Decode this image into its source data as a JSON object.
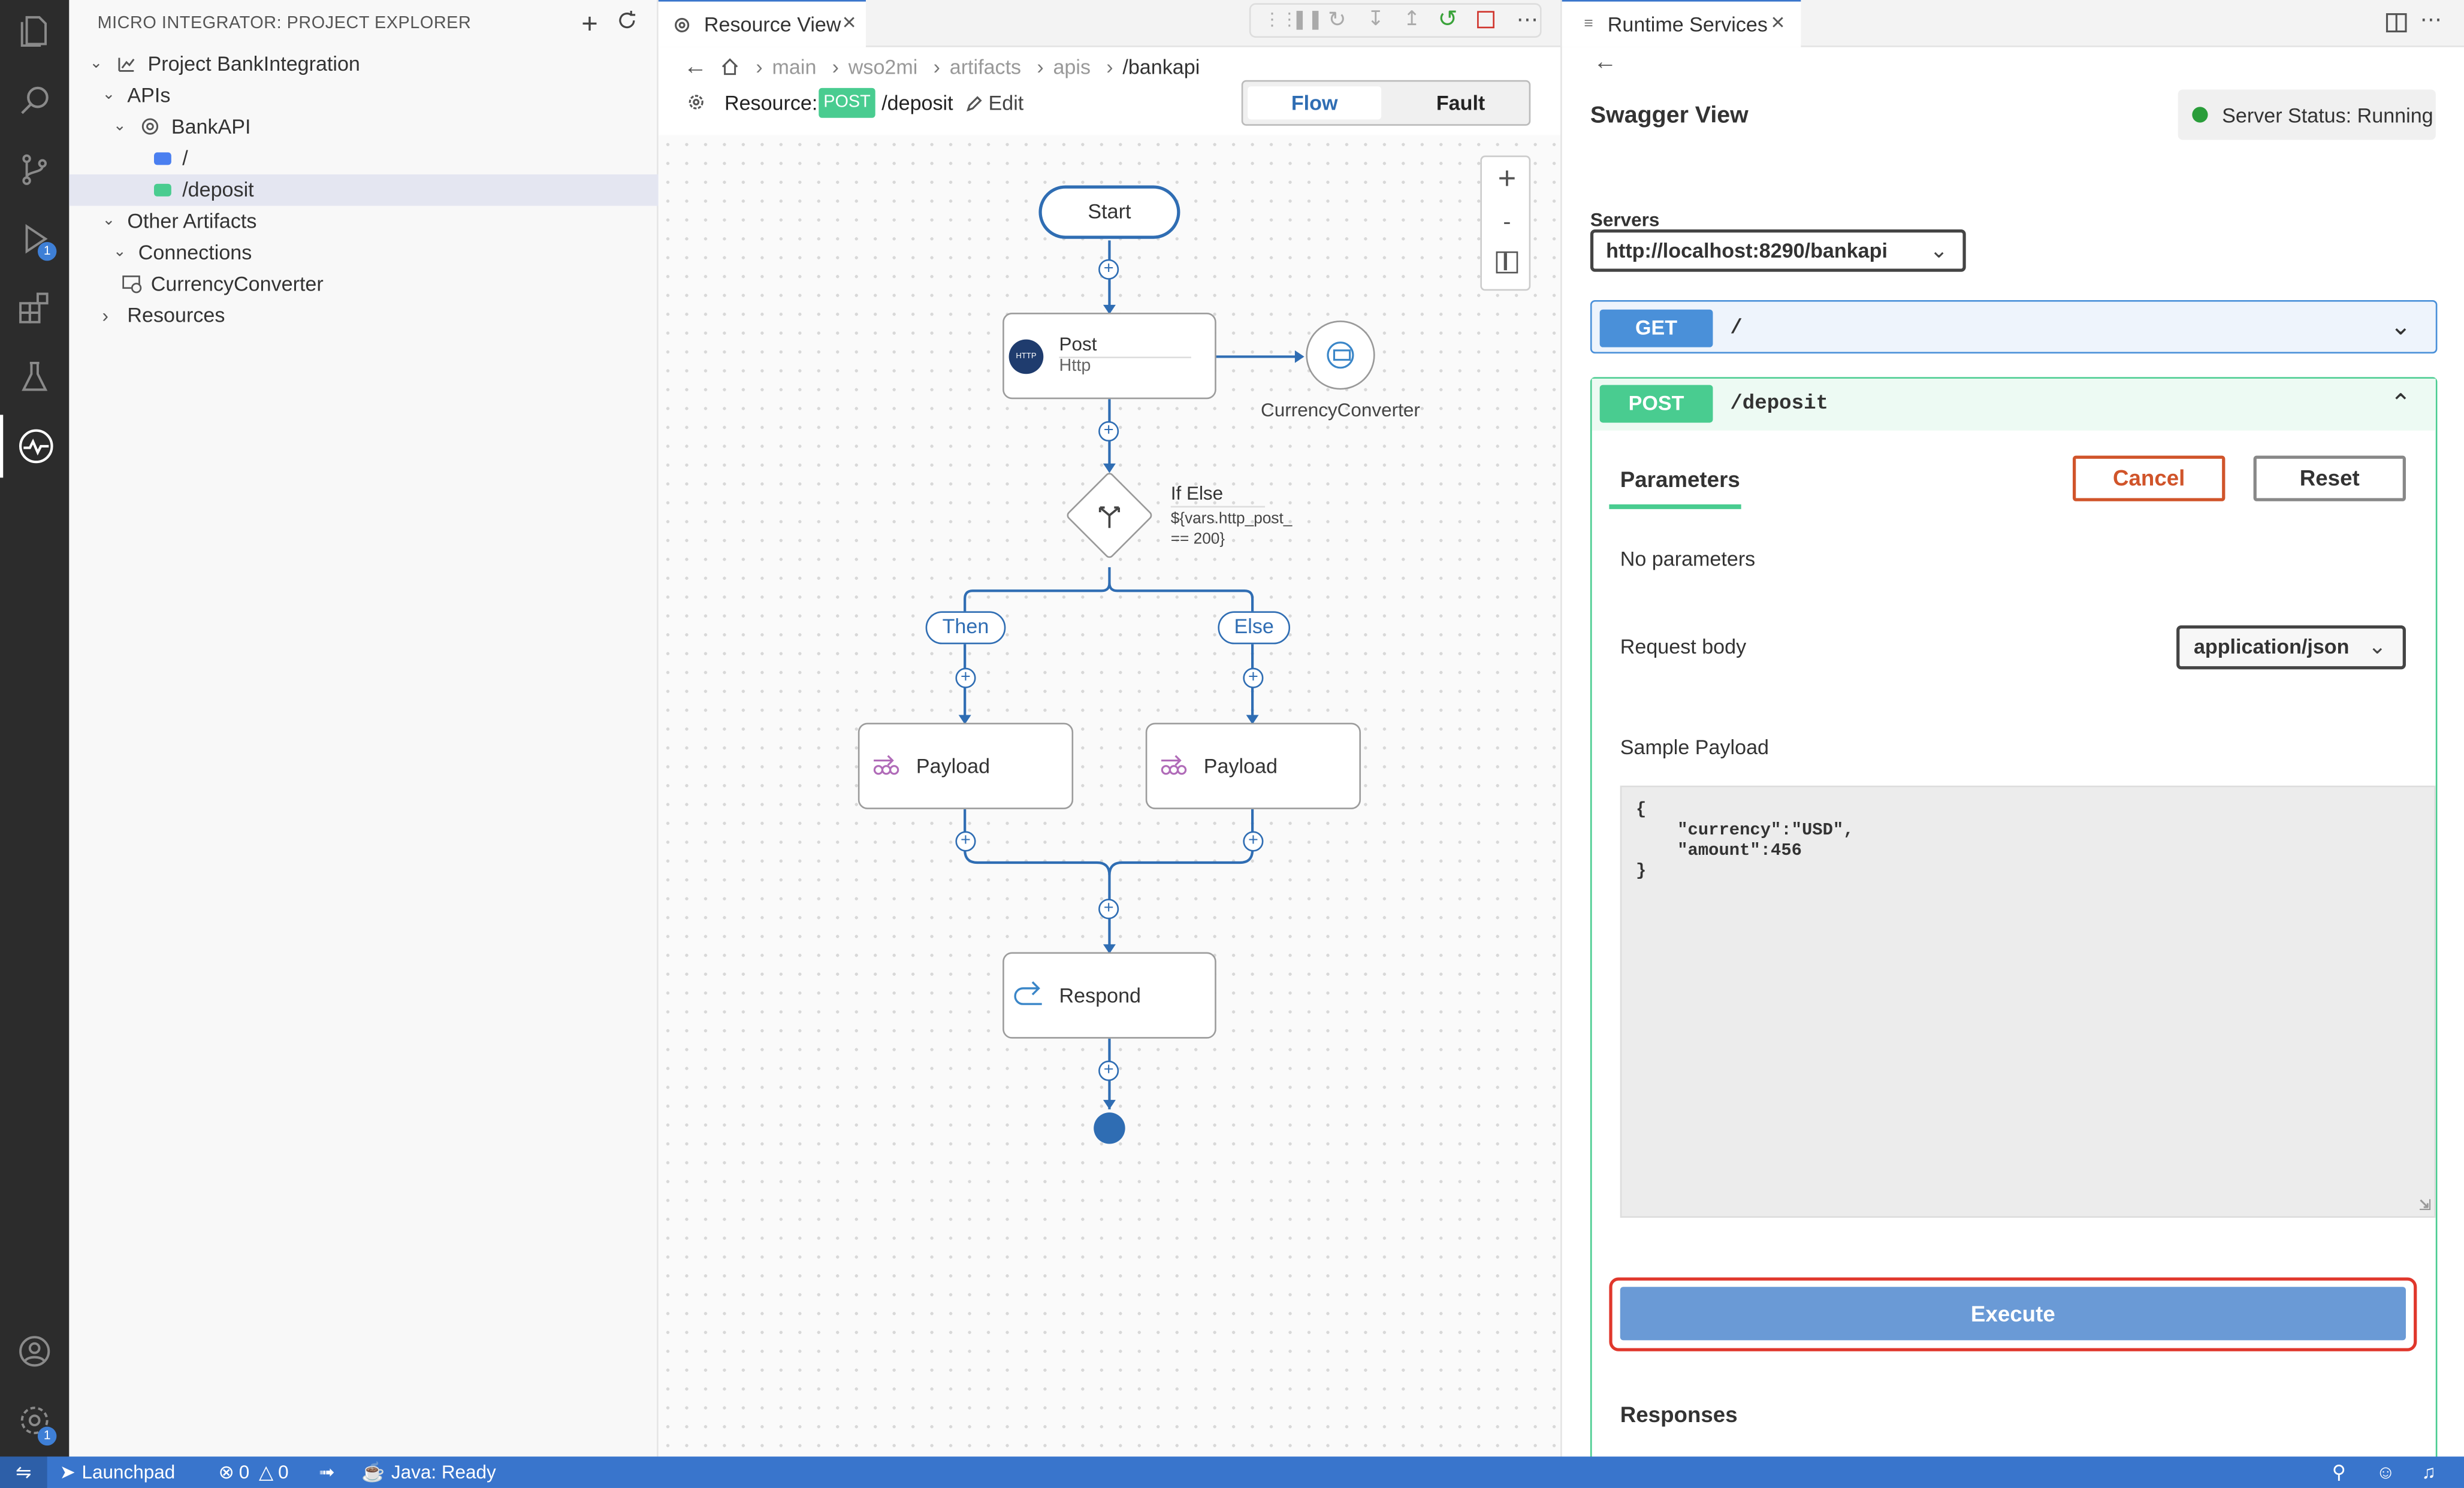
{
  "explorer": {
    "title": "MICRO INTEGRATOR: PROJECT EXPLORER",
    "tree": [
      {
        "label": "Project BankIntegration"
      },
      {
        "label": "APIs"
      },
      {
        "label": "BankAPI"
      },
      {
        "label": "/"
      },
      {
        "label": "/deposit"
      },
      {
        "label": "Other Artifacts"
      },
      {
        "label": "Connections"
      },
      {
        "label": "CurrencyConverter"
      },
      {
        "label": "Resources"
      }
    ]
  },
  "editor": {
    "tab_label": "Resource View",
    "breadcrumb": [
      "main",
      "wso2mi",
      "artifacts",
      "apis",
      "/bankapi"
    ],
    "resource_label": "Resource:",
    "method": "POST",
    "path": "/deposit",
    "edit_label": "Edit",
    "toggle": {
      "flow": "Flow",
      "fault": "Fault"
    },
    "zoom": {
      "in": "+",
      "out": "-"
    }
  },
  "diagram": {
    "start": "Start",
    "post": {
      "title": "Post",
      "subtitle": "Http",
      "badge": "HTTP"
    },
    "connector": "CurrencyConverter",
    "if_else": {
      "title": "If Else",
      "expr_line1": "${vars.http_post_",
      "expr_line2": "== 200}"
    },
    "then_label": "Then",
    "else_label": "Else",
    "payload_left": "Payload",
    "payload_right": "Payload",
    "respond": "Respond"
  },
  "runtime": {
    "tab_label": "Runtime Services",
    "heading": "Swagger View",
    "server_status": "Server Status: Running",
    "servers_label": "Servers",
    "server_url": "http://localhost:8290/bankapi",
    "get_op": {
      "method": "GET",
      "path": "/"
    },
    "post_op": {
      "method": "POST",
      "path": "/deposit"
    },
    "parameters_tab": "Parameters",
    "cancel": "Cancel",
    "reset": "Reset",
    "no_params": "No parameters",
    "request_body_label": "Request body",
    "content_type": "application/json",
    "sample_payload_label": "Sample Payload",
    "payload_lines": [
      "{",
      "    \"currency\":\"USD\",",
      "    \"amount\":456",
      "}"
    ],
    "execute": "Execute",
    "responses": "Responses"
  },
  "statusbar": {
    "launchpad": "Launchpad",
    "errors": "0",
    "warnings": "0",
    "java": "Java: Ready"
  },
  "colors": {
    "accent_blue": "#3975cc",
    "post_green": "#49cc90",
    "get_blue": "#4a90d9",
    "execute_blue": "#6a9ad6",
    "cancel_red": "#d0542a",
    "diagram_blue": "#2f6db3"
  }
}
